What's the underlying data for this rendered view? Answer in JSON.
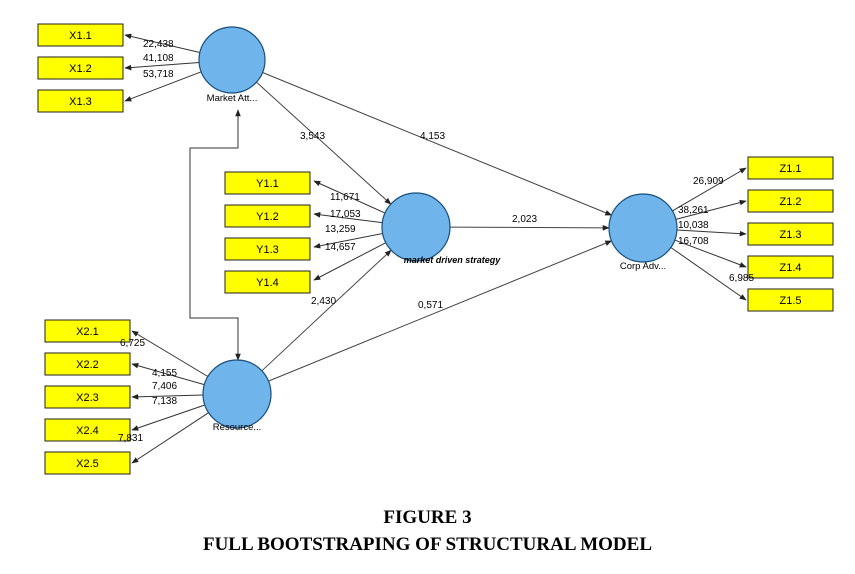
{
  "latents": [
    {
      "id": "MA",
      "label": "Market Att..."
    },
    {
      "id": "MDS",
      "label": "market driven strategy"
    },
    {
      "id": "CA",
      "label": "Corp Adv..."
    },
    {
      "id": "RES",
      "label": "Resource..."
    }
  ],
  "indicators": {
    "MA": [
      {
        "label": "X1.1",
        "weight": "22,438"
      },
      {
        "label": "X1.2",
        "weight": "41,108"
      },
      {
        "label": "X1.3",
        "weight": "53,718"
      }
    ],
    "MDS": [
      {
        "label": "Y1.1",
        "weight": "11,671"
      },
      {
        "label": "Y1.2",
        "weight": "17,053"
      },
      {
        "label": "Y1.3",
        "weight": "13,259"
      },
      {
        "label": "Y1.4",
        "weight": "14,657"
      }
    ],
    "CA": [
      {
        "label": "Z1.1",
        "weight": "26,909"
      },
      {
        "label": "Z1.2",
        "weight": "38,261"
      },
      {
        "label": "Z1.3",
        "weight": "10,038"
      },
      {
        "label": "Z1.4",
        "weight": "16,708"
      },
      {
        "label": "Z1.5",
        "weight": "6,985"
      }
    ],
    "RES": [
      {
        "label": "X2.1",
        "weight": "6,725"
      },
      {
        "label": "X2.2",
        "weight": "4,155"
      },
      {
        "label": "X2.3",
        "weight": "7,406"
      },
      {
        "label": "X2.4",
        "weight": "7,138"
      },
      {
        "label": "X2.5",
        "weight": "7,831"
      }
    ]
  },
  "paths": [
    {
      "from": "MA",
      "to": "MDS",
      "value": "3,543"
    },
    {
      "from": "MA",
      "to": "CA",
      "value": "4,153"
    },
    {
      "from": "MDS",
      "to": "CA",
      "value": "2,023"
    },
    {
      "from": "RES",
      "to": "MDS",
      "value": "2,430"
    },
    {
      "from": "RES",
      "to": "CA",
      "value": "0,571"
    }
  ],
  "caption": {
    "line1": "FIGURE 3",
    "line2": "FULL BOOTSTRAPING OF STRUCTURAL MODEL"
  },
  "colors": {
    "indicator_fill": "#ffff00",
    "latent_fill": "#6fb4ea"
  }
}
